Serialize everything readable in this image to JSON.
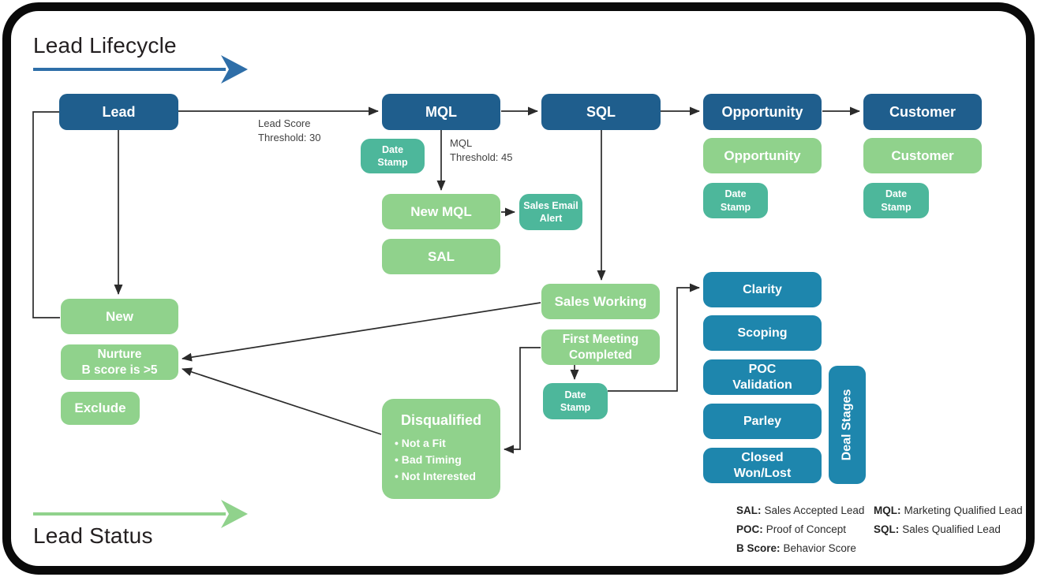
{
  "header": {
    "title": "Lead Lifecycle"
  },
  "footer": {
    "title": "Lead Status"
  },
  "colors": {
    "stage_blue": "#1f5e8d",
    "deal_blue": "#1e86ad",
    "status_green": "#90d28c",
    "stamp_teal": "#4db79b",
    "lifecycle_arrow": "#2e6ea8",
    "status_arrow": "#90d28c",
    "connector": "#2b2b2b",
    "frame": "#0a0a0a"
  },
  "nodes": {
    "lead": {
      "label": "Lead"
    },
    "mql": {
      "label": "MQL"
    },
    "sql": {
      "label": "SQL"
    },
    "opportunity": {
      "label": "Opportunity"
    },
    "customer": {
      "label": "Customer"
    },
    "date_stamp_mql": {
      "label": "Date\nStamp"
    },
    "new_mql": {
      "label": "New MQL"
    },
    "sales_email_alert": {
      "label": "Sales Email\nAlert"
    },
    "sal": {
      "label": "SAL"
    },
    "opportunity_status": {
      "label": "Opportunity"
    },
    "date_stamp_opportunity": {
      "label": "Date\nStamp"
    },
    "customer_status": {
      "label": "Customer"
    },
    "date_stamp_customer": {
      "label": "Date\nStamp"
    },
    "sales_working": {
      "label": "Sales Working"
    },
    "first_meeting": {
      "label": "First Meeting\nCompleted"
    },
    "date_stamp_meeting": {
      "label": "Date\nStamp"
    },
    "new": {
      "label": "New"
    },
    "nurture": {
      "label": "Nurture\nB score is >5"
    },
    "exclude": {
      "label": "Exclude"
    },
    "disqualified": {
      "title": "Disqualified",
      "bullets": [
        "• Not a Fit",
        "• Bad Timing",
        "• Not Interested"
      ]
    },
    "clarity": {
      "label": "Clarity"
    },
    "scoping": {
      "label": "Scoping"
    },
    "poc_validation": {
      "label": "POC\nValidation"
    },
    "parley": {
      "label": "Parley"
    },
    "closed_won_lost": {
      "label": "Closed\nWon/Lost"
    },
    "deal_stages": {
      "label": "Deal Stages"
    }
  },
  "labels": {
    "lead_score": "Lead Score\nThreshold: 30",
    "mql_threshold": "MQL\nThreshold: 45"
  },
  "legend": {
    "col1": [
      {
        "term": "SAL:",
        "def": "Sales Accepted Lead"
      },
      {
        "term": "POC:",
        "def": "Proof of Concept"
      },
      {
        "term": "B Score:",
        "def": "Behavior Score"
      }
    ],
    "col2": [
      {
        "term": "MQL:",
        "def": "Marketing Qualified Lead"
      },
      {
        "term": "SQL:",
        "def": "Sales Qualified Lead"
      }
    ]
  },
  "edges": [
    {
      "from": "lead",
      "to": "mql",
      "label": "Lead Score Threshold: 30"
    },
    {
      "from": "mql",
      "to": "sql"
    },
    {
      "from": "sql",
      "to": "opportunity"
    },
    {
      "from": "opportunity",
      "to": "customer"
    },
    {
      "from": "mql",
      "to": "new_mql",
      "label": "MQL Threshold: 45"
    },
    {
      "from": "new_mql",
      "to": "sales_email_alert"
    },
    {
      "from": "sql",
      "to": "sales_working"
    },
    {
      "from": "lead",
      "to": "new",
      "style": "arrow-down"
    },
    {
      "from": "lead",
      "to": "new",
      "style": "side-loop"
    },
    {
      "from": "sales_working",
      "to": "nurture"
    },
    {
      "from": "disqualified",
      "to": "nurture"
    },
    {
      "from": "first_meeting",
      "to": "date_stamp_meeting"
    },
    {
      "from": "first_meeting",
      "to": "disqualified"
    },
    {
      "from": "date_stamp_meeting",
      "to": "clarity"
    }
  ]
}
